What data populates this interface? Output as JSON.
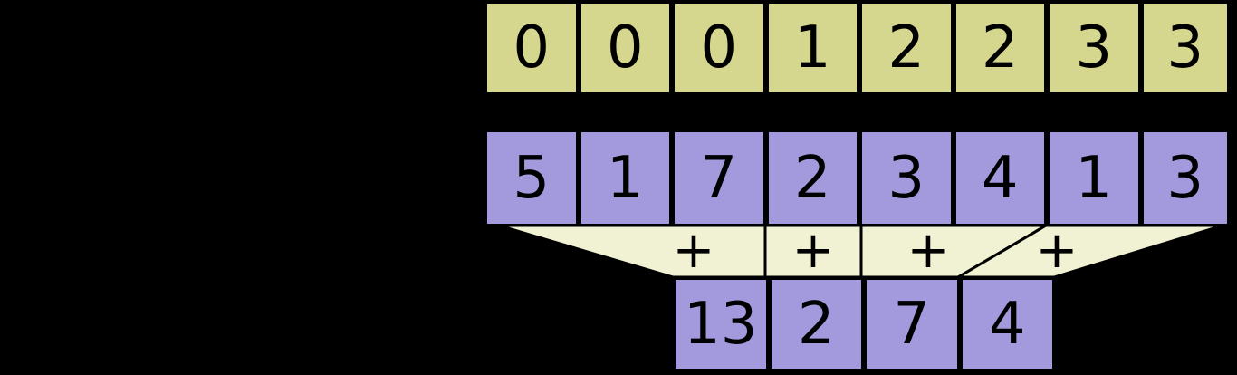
{
  "colors": {
    "background": "#000000",
    "segment_cell": "#d6d78f",
    "value_cell": "#a29add",
    "funnel": "#f1f1d4",
    "border": "#000000",
    "text": "#000000"
  },
  "segment_ids": [
    "0",
    "0",
    "0",
    "1",
    "2",
    "2",
    "3",
    "3"
  ],
  "values": [
    "5",
    "1",
    "7",
    "2",
    "3",
    "4",
    "1",
    "3"
  ],
  "sums": [
    "13",
    "2",
    "7",
    "4"
  ],
  "operator": "+"
}
